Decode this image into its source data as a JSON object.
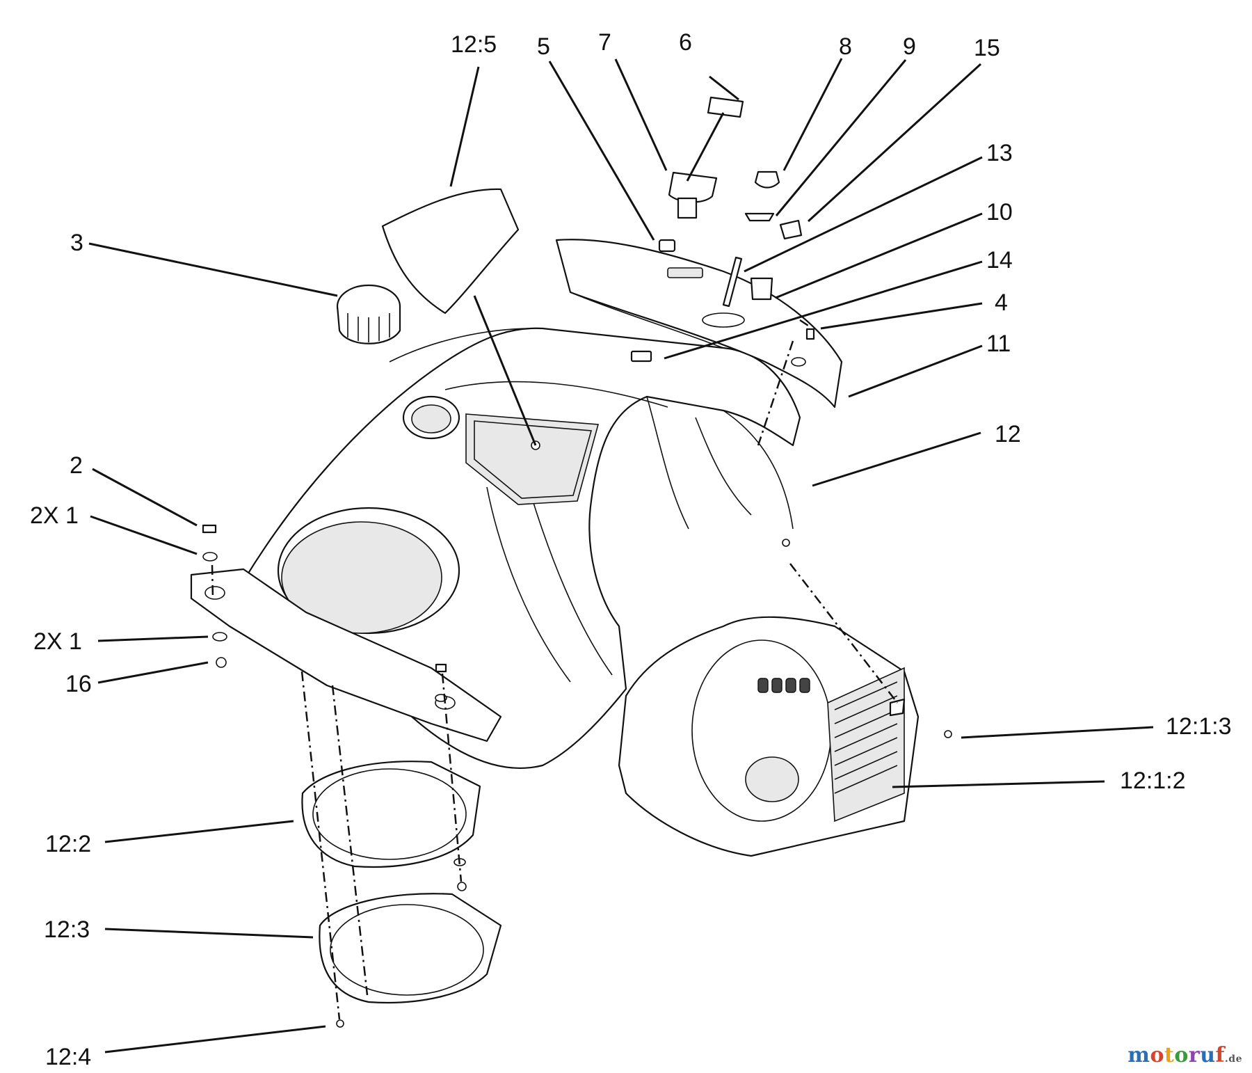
{
  "callouts": {
    "c12_5": "12:5",
    "c5": "5",
    "c7": "7",
    "c6": "6",
    "c8": "8",
    "c9": "9",
    "c15": "15",
    "c13": "13",
    "c3": "3",
    "c10": "10",
    "c14": "14",
    "c4": "4",
    "c11": "11",
    "c12": "12",
    "c2": "2",
    "c2x1_top": "2X 1",
    "c2x1_bottom": "2X 1",
    "c16": "16",
    "c12_1_3": "12:1:3",
    "c12_1_2": "12:1:2",
    "c12_2": "12:2",
    "c12_3": "12:3",
    "c12_4": "12:4"
  },
  "watermark": {
    "letters": [
      "m",
      "o",
      "t",
      "o",
      "r",
      "u",
      "f"
    ],
    "colors": [
      "#2a6fb5",
      "#d8432e",
      "#e8a21c",
      "#3b9a3b",
      "#8e44ad",
      "#2a6fb5",
      "#d8432e"
    ],
    "suffix": ".de"
  }
}
